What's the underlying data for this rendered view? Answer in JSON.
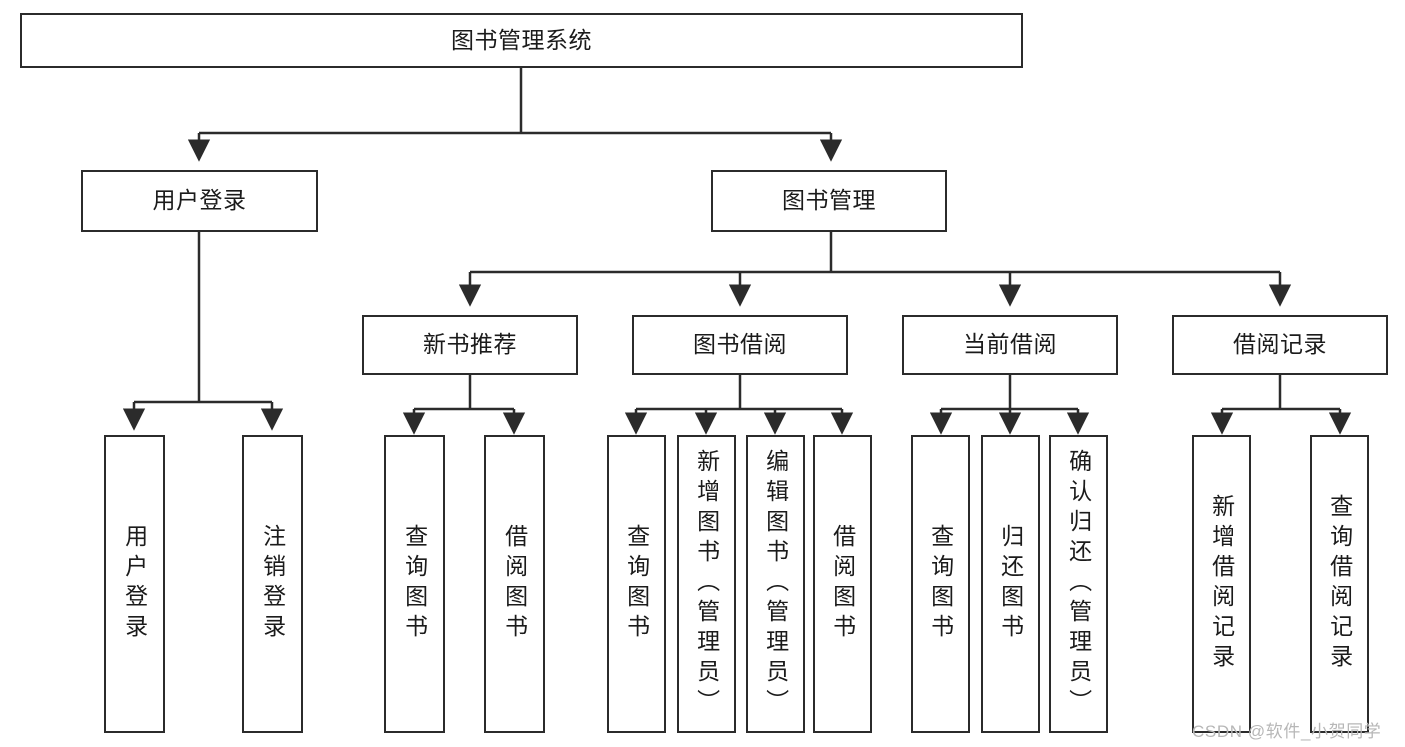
{
  "diagram": {
    "title": "图书管理系统",
    "type": "tree-hierarchy-chart",
    "colors": {
      "box_stroke": "#2b2b2b",
      "box_fill": "#ffffff",
      "connector": "#2b2b2b",
      "text": "#1b1b1b",
      "watermark": "#b7b7b7"
    },
    "nodes": {
      "root": {
        "label": "图书管理系统",
        "orientation": "horizontal"
      },
      "level2": [
        {
          "id": "user-login",
          "label": "用户登录",
          "orientation": "horizontal"
        },
        {
          "id": "book-manage",
          "label": "图书管理",
          "orientation": "horizontal"
        }
      ],
      "level3": [
        {
          "id": "new-book-recommend",
          "label": "新书推荐",
          "orientation": "horizontal"
        },
        {
          "id": "book-borrow",
          "label": "图书借阅",
          "orientation": "horizontal"
        },
        {
          "id": "current-borrow",
          "label": "当前借阅",
          "orientation": "horizontal"
        },
        {
          "id": "borrow-record",
          "label": "借阅记录",
          "orientation": "horizontal"
        }
      ],
      "leaves": {
        "user-login": [
          {
            "id": "leaf-user-login",
            "label": "用户登录",
            "orientation": "vertical"
          },
          {
            "id": "leaf-logout-login",
            "label": "注销登录",
            "orientation": "vertical"
          }
        ],
        "new-book-recommend": [
          {
            "id": "leaf-query-book-1",
            "label": "查询图书",
            "orientation": "vertical"
          },
          {
            "id": "leaf-borrow-book-1",
            "label": "借阅图书",
            "orientation": "vertical"
          }
        ],
        "book-borrow": [
          {
            "id": "leaf-query-book-2",
            "label": "查询图书",
            "orientation": "vertical"
          },
          {
            "id": "leaf-add-book-admin",
            "label": "新增图书（管理员）",
            "orientation": "vertical"
          },
          {
            "id": "leaf-edit-book-admin",
            "label": "编辑图书（管理员）",
            "orientation": "vertical"
          },
          {
            "id": "leaf-borrow-book-2",
            "label": "借阅图书",
            "orientation": "vertical"
          }
        ],
        "current-borrow": [
          {
            "id": "leaf-query-book-3",
            "label": "查询图书",
            "orientation": "vertical"
          },
          {
            "id": "leaf-return-book",
            "label": "归还图书",
            "orientation": "vertical"
          },
          {
            "id": "leaf-confirm-return-admin",
            "label": "确认归还（管理员）",
            "orientation": "vertical"
          }
        ],
        "borrow-record": [
          {
            "id": "leaf-add-borrow-record",
            "label": "新增借阅记录",
            "orientation": "vertical"
          },
          {
            "id": "leaf-query-borrow-record",
            "label": "查询借阅记录",
            "orientation": "vertical"
          }
        ]
      }
    },
    "watermark": "CSDN @软件_小贺同学"
  }
}
